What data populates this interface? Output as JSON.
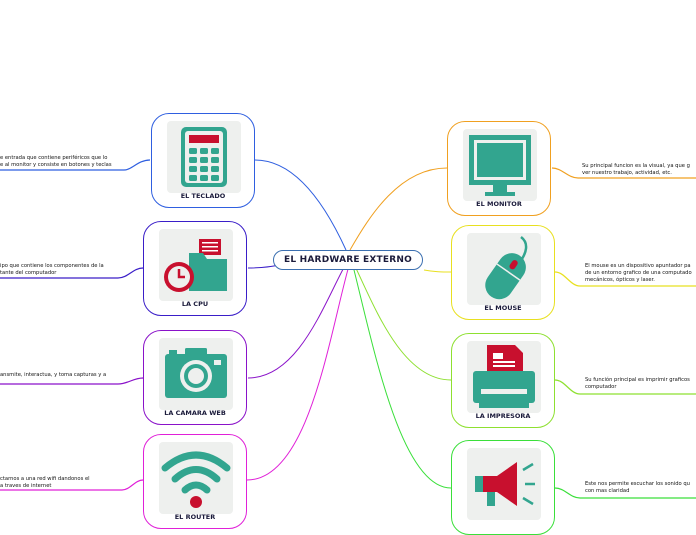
{
  "title": "EL HARDWARE EXTERNO",
  "colors": {
    "teal": "#32a58f",
    "red": "#c8102e",
    "tile": "#eef0ee"
  },
  "left": [
    {
      "label": "EL TECLADO",
      "icon": "keyboard-icon",
      "color": "#2f5fe0",
      "desc": [
        "e entrada que contiene periféricos que lo",
        "e al monitor y consiste en botones y teclas"
      ]
    },
    {
      "label": "LA CPU",
      "icon": "cpu-clock-folder-icon",
      "color": "#3a1ec8",
      "desc": [
        "ipo que contiene los componentes de la",
        "tante del computador"
      ]
    },
    {
      "label": "LA CAMARA WEB",
      "icon": "camera-icon",
      "color": "#8a12c9",
      "desc": [
        "ansmite, interactua, y toma capturas y a"
      ]
    },
    {
      "label": "EL ROUTER",
      "icon": "wifi-icon",
      "color": "#e020d8",
      "desc": [
        "ctarnos a una red wifi dandonos el",
        "a traves de internet"
      ]
    }
  ],
  "right": [
    {
      "label": "EL MONITOR",
      "icon": "monitor-icon",
      "color": "#f0a020",
      "desc": [
        "Su principal funcion es la visual, ya que g",
        "ver nuestro trabajo, actividad, etc."
      ]
    },
    {
      "label": "EL MOUSE",
      "icon": "mouse-icon",
      "color": "#e8e020",
      "desc": [
        "El mouse es un dispositivo apuntador pa",
        "de un entorno grafico de una computado",
        "mecánicos, ópticos y laser."
      ]
    },
    {
      "label": "LA IMPRESORA",
      "icon": "printer-icon",
      "color": "#8ee030",
      "desc": [
        "Su función principal es imprimir graficos",
        "computador"
      ]
    },
    {
      "label": "",
      "icon": "megaphone-icon",
      "color": "#3adf3a",
      "desc": [
        "Este nos permite escuchar los sonido qu",
        "con mas claridad"
      ]
    }
  ]
}
